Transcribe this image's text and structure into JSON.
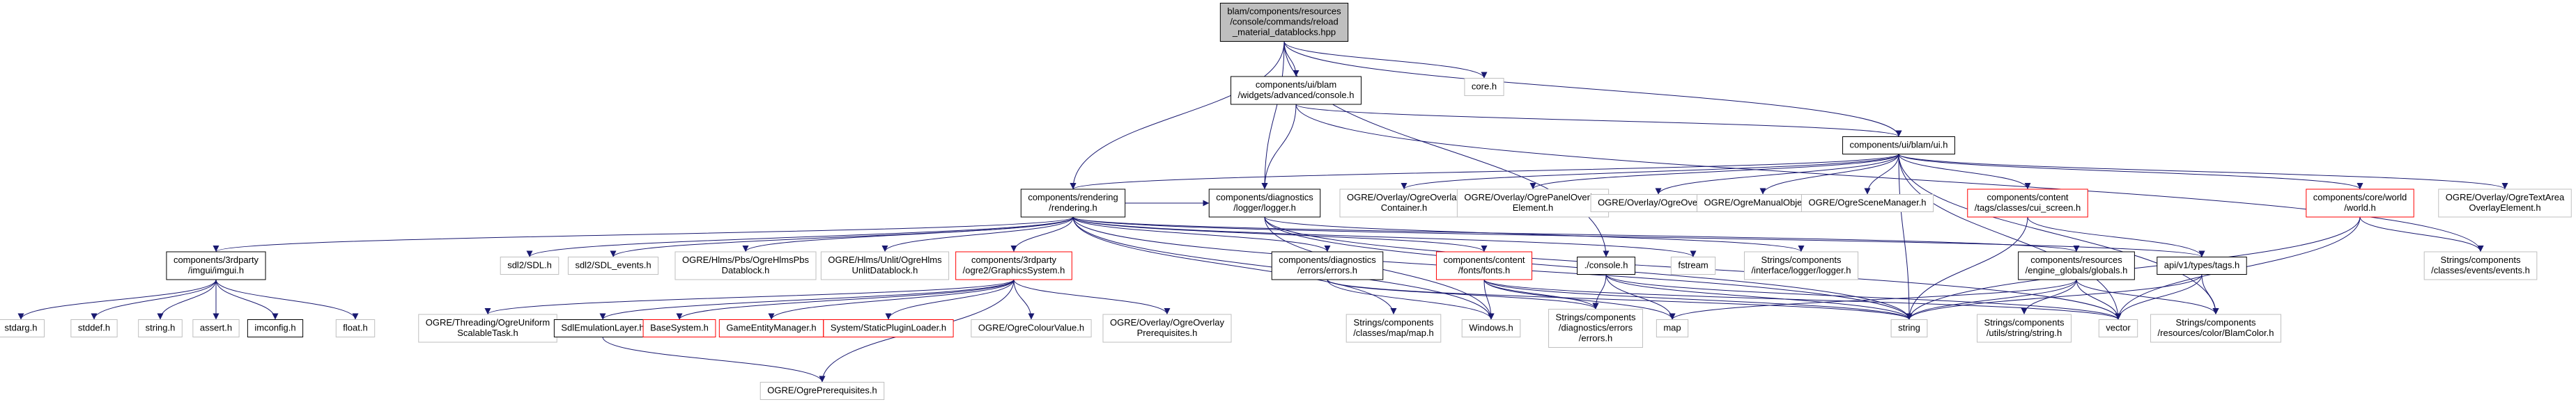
{
  "colors": {
    "root_fill": "#bfbfbf",
    "node_border": "#000000",
    "missing_border": "#bfbfbf",
    "error_border": "#ff0000",
    "edge": "#191970",
    "text": "#000000"
  },
  "nodes": [
    {
      "id": "root",
      "lines": [
        "blam/components/resources",
        "/console/commands/reload",
        "_material_datablocks.hpp"
      ],
      "kind": "root"
    },
    {
      "id": "core_h",
      "lines": [
        "core.h"
      ],
      "kind": "missing"
    },
    {
      "id": "ui_console",
      "lines": [
        "components/ui/blam",
        "/widgets/advanced/console.h"
      ],
      "kind": "normal"
    },
    {
      "id": "ui_h",
      "lines": [
        "components/ui/blam/ui.h"
      ],
      "kind": "normal"
    },
    {
      "id": "rendering",
      "lines": [
        "components/rendering",
        "/rendering.h"
      ],
      "kind": "normal"
    },
    {
      "id": "logger",
      "lines": [
        "components/diagnostics",
        "/logger/logger.h"
      ],
      "kind": "normal"
    },
    {
      "id": "ogre_ovl_container",
      "lines": [
        "OGRE/Overlay/OgreOverlay",
        "Container.h"
      ],
      "kind": "missing"
    },
    {
      "id": "ogre_panel",
      "lines": [
        "OGRE/Overlay/OgrePanelOverlay",
        "Element.h"
      ],
      "kind": "missing"
    },
    {
      "id": "ogre_overlay",
      "lines": [
        "OGRE/Overlay/OgreOverlay.h"
      ],
      "kind": "missing"
    },
    {
      "id": "ogre_manual",
      "lines": [
        "OGRE/OgreManualObject2.h"
      ],
      "kind": "missing"
    },
    {
      "id": "ogre_scene",
      "lines": [
        "OGRE/OgreSceneManager.h"
      ],
      "kind": "missing"
    },
    {
      "id": "cui_screen",
      "lines": [
        "components/content",
        "/tags/classes/cui_screen.h"
      ],
      "kind": "error"
    },
    {
      "id": "core_world",
      "lines": [
        "components/core/world",
        "/world.h"
      ],
      "kind": "error"
    },
    {
      "id": "ogre_textarea",
      "lines": [
        "OGRE/Overlay/OgreTextArea",
        "OverlayElement.h"
      ],
      "kind": "missing"
    },
    {
      "id": "imgui_h",
      "lines": [
        "components/3rdparty",
        "/imgui/imgui.h"
      ],
      "kind": "normal"
    },
    {
      "id": "sdl2",
      "lines": [
        "sdl2/SDL.h"
      ],
      "kind": "missing"
    },
    {
      "id": "sdl2_events",
      "lines": [
        "sdl2/SDL_events.h"
      ],
      "kind": "missing"
    },
    {
      "id": "hlms_pbs",
      "lines": [
        "OGRE/Hlms/Pbs/OgreHlmsPbs",
        "Datablock.h"
      ],
      "kind": "missing"
    },
    {
      "id": "hlms_unlit",
      "lines": [
        "OGRE/Hlms/Unlit/OgreHlms",
        "UnlitDatablock.h"
      ],
      "kind": "missing"
    },
    {
      "id": "ogre2_gfx",
      "lines": [
        "components/3rdparty",
        "/ogre2/GraphicsSystem.h"
      ],
      "kind": "error"
    },
    {
      "id": "diag_errors",
      "lines": [
        "components/diagnostics",
        "/errors/errors.h"
      ],
      "kind": "normal"
    },
    {
      "id": "fonts_h",
      "lines": [
        "components/content",
        "/fonts/fonts.h"
      ],
      "kind": "error"
    },
    {
      "id": "dot_console",
      "lines": [
        "./console.h"
      ],
      "kind": "normal"
    },
    {
      "id": "fstream",
      "lines": [
        "fstream"
      ],
      "kind": "missing"
    },
    {
      "id": "str_logger",
      "lines": [
        "Strings/components",
        "/interface/logger/logger.h"
      ],
      "kind": "missing"
    },
    {
      "id": "globals_h",
      "lines": [
        "components/resources",
        "/engine_globals/globals.h"
      ],
      "kind": "normal"
    },
    {
      "id": "tags_h",
      "lines": [
        "api/v1/types/tags.h"
      ],
      "kind": "normal"
    },
    {
      "id": "str_events",
      "lines": [
        "Strings/components",
        "/classes/events/events.h"
      ],
      "kind": "missing"
    },
    {
      "id": "stdarg",
      "lines": [
        "stdarg.h"
      ],
      "kind": "missing"
    },
    {
      "id": "stddef",
      "lines": [
        "stddef.h"
      ],
      "kind": "missing"
    },
    {
      "id": "string_h",
      "lines": [
        "string.h"
      ],
      "kind": "missing"
    },
    {
      "id": "assert_h",
      "lines": [
        "assert.h"
      ],
      "kind": "missing"
    },
    {
      "id": "imconfig",
      "lines": [
        "imconfig.h"
      ],
      "kind": "normal"
    },
    {
      "id": "float_h",
      "lines": [
        "float.h"
      ],
      "kind": "missing"
    },
    {
      "id": "ogre_thread",
      "lines": [
        "OGRE/Threading/OgreUniform",
        "ScalableTask.h"
      ],
      "kind": "missing"
    },
    {
      "id": "sdl_emul",
      "lines": [
        "SdlEmulationLayer.h"
      ],
      "kind": "normal"
    },
    {
      "id": "base_system",
      "lines": [
        "BaseSystem.h"
      ],
      "kind": "error"
    },
    {
      "id": "game_entity",
      "lines": [
        "GameEntityManager.h"
      ],
      "kind": "error"
    },
    {
      "id": "static_plugin",
      "lines": [
        "System/StaticPluginLoader.h"
      ],
      "kind": "error"
    },
    {
      "id": "ogre_colour",
      "lines": [
        "OGRE/OgreColourValue.h"
      ],
      "kind": "missing"
    },
    {
      "id": "ogre_ovl_prereq",
      "lines": [
        "OGRE/Overlay/OgreOverlay",
        "Prerequisites.h"
      ],
      "kind": "missing"
    },
    {
      "id": "str_map",
      "lines": [
        "Strings/components",
        "/classes/map/map.h"
      ],
      "kind": "missing"
    },
    {
      "id": "windows_h",
      "lines": [
        "Windows.h"
      ],
      "kind": "missing"
    },
    {
      "id": "str_diag_errors",
      "lines": [
        "Strings/components",
        "/diagnostics/errors",
        "/errors.h"
      ],
      "kind": "missing"
    },
    {
      "id": "map",
      "lines": [
        "map"
      ],
      "kind": "missing"
    },
    {
      "id": "string",
      "lines": [
        "string"
      ],
      "kind": "missing"
    },
    {
      "id": "str_utils",
      "lines": [
        "Strings/components",
        "/utils/string/string.h"
      ],
      "kind": "missing"
    },
    {
      "id": "vector",
      "lines": [
        "vector"
      ],
      "kind": "missing"
    },
    {
      "id": "str_blamcolor",
      "lines": [
        "Strings/components",
        "/resources/color/BlamColor.h"
      ],
      "kind": "missing"
    },
    {
      "id": "ogre_prereq",
      "lines": [
        "OGRE/OgrePrerequisites.h"
      ],
      "kind": "missing"
    }
  ],
  "edges": [
    [
      "root",
      "core_h"
    ],
    [
      "root",
      "ui_console"
    ],
    [
      "root",
      "rendering"
    ],
    [
      "root",
      "logger"
    ],
    [
      "root",
      "ui_h"
    ],
    [
      "root",
      "dot_console"
    ],
    [
      "ui_console",
      "ui_h"
    ],
    [
      "ui_console",
      "logger"
    ],
    [
      "ui_console",
      "str_events"
    ],
    [
      "ui_h",
      "ogre_ovl_container"
    ],
    [
      "ui_h",
      "ogre_panel"
    ],
    [
      "ui_h",
      "ogre_overlay"
    ],
    [
      "ui_h",
      "ogre_manual"
    ],
    [
      "ui_h",
      "ogre_scene"
    ],
    [
      "ui_h",
      "cui_screen"
    ],
    [
      "ui_h",
      "core_world"
    ],
    [
      "ui_h",
      "ogre_textarea"
    ],
    [
      "ui_h",
      "str_blamcolor"
    ],
    [
      "ui_h",
      "string"
    ],
    [
      "ui_h",
      "vector"
    ],
    [
      "ui_h",
      "rendering"
    ],
    [
      "rendering",
      "imgui_h"
    ],
    [
      "rendering",
      "sdl2"
    ],
    [
      "rendering",
      "sdl2_events"
    ],
    [
      "rendering",
      "hlms_pbs"
    ],
    [
      "rendering",
      "hlms_unlit"
    ],
    [
      "rendering",
      "ogre2_gfx"
    ],
    [
      "rendering",
      "diag_errors"
    ],
    [
      "rendering",
      "fonts_h"
    ],
    [
      "rendering",
      "logger"
    ],
    [
      "rendering",
      "globals_h"
    ],
    [
      "rendering",
      "fstream"
    ],
    [
      "rendering",
      "tags_h"
    ],
    [
      "rendering",
      "string"
    ],
    [
      "rendering",
      "str_map"
    ],
    [
      "rendering",
      "windows_h"
    ],
    [
      "logger",
      "str_logger"
    ],
    [
      "logger",
      "windows_h"
    ],
    [
      "logger",
      "string"
    ],
    [
      "logger",
      "vector"
    ],
    [
      "cui_screen",
      "tags_h"
    ],
    [
      "cui_screen",
      "string"
    ],
    [
      "core_world",
      "str_events"
    ],
    [
      "core_world",
      "string"
    ],
    [
      "core_world",
      "vector"
    ],
    [
      "imgui_h",
      "stdarg"
    ],
    [
      "imgui_h",
      "stddef"
    ],
    [
      "imgui_h",
      "string_h"
    ],
    [
      "imgui_h",
      "assert_h"
    ],
    [
      "imgui_h",
      "imconfig"
    ],
    [
      "imgui_h",
      "float_h"
    ],
    [
      "ogre2_gfx",
      "ogre_thread"
    ],
    [
      "ogre2_gfx",
      "sdl_emul"
    ],
    [
      "ogre2_gfx",
      "base_system"
    ],
    [
      "ogre2_gfx",
      "game_entity"
    ],
    [
      "ogre2_gfx",
      "static_plugin"
    ],
    [
      "ogre2_gfx",
      "ogre_colour"
    ],
    [
      "ogre2_gfx",
      "ogre_ovl_prereq"
    ],
    [
      "ogre2_gfx",
      "ogre_prereq"
    ],
    [
      "sdl_emul",
      "ogre_prereq"
    ],
    [
      "diag_errors",
      "str_diag_errors"
    ],
    [
      "diag_errors",
      "windows_h"
    ],
    [
      "diag_errors",
      "string"
    ],
    [
      "fonts_h",
      "windows_h"
    ],
    [
      "fonts_h",
      "map"
    ],
    [
      "fonts_h",
      "string"
    ],
    [
      "fonts_h",
      "str_diag_errors"
    ],
    [
      "fonts_h",
      "vector"
    ],
    [
      "dot_console",
      "str_diag_errors"
    ],
    [
      "dot_console",
      "map"
    ],
    [
      "dot_console",
      "string"
    ],
    [
      "dot_console",
      "vector"
    ],
    [
      "globals_h",
      "str_utils"
    ],
    [
      "globals_h",
      "string"
    ],
    [
      "globals_h",
      "vector"
    ],
    [
      "globals_h",
      "map"
    ],
    [
      "globals_h",
      "str_blamcolor"
    ],
    [
      "tags_h",
      "string"
    ],
    [
      "tags_h",
      "vector"
    ],
    [
      "tags_h",
      "str_blamcolor"
    ]
  ]
}
